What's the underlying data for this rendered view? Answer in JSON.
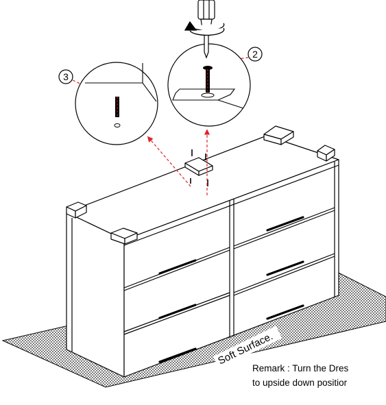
{
  "callouts": [
    {
      "number": "2",
      "part": "screw"
    },
    {
      "number": "3",
      "part": "dowel"
    }
  ],
  "surface_label": "Soft Surface.",
  "remark": {
    "line1": "Remark : Turn the Dres",
    "line2": "to upside down positior"
  },
  "colors": {
    "line": "#000000",
    "guide": "#e0202a",
    "surface_hatch": "#7a7a7a",
    "background": "#ffffff"
  },
  "icons": [
    "rotate-arrow-icon",
    "screwdriver-icon"
  ]
}
